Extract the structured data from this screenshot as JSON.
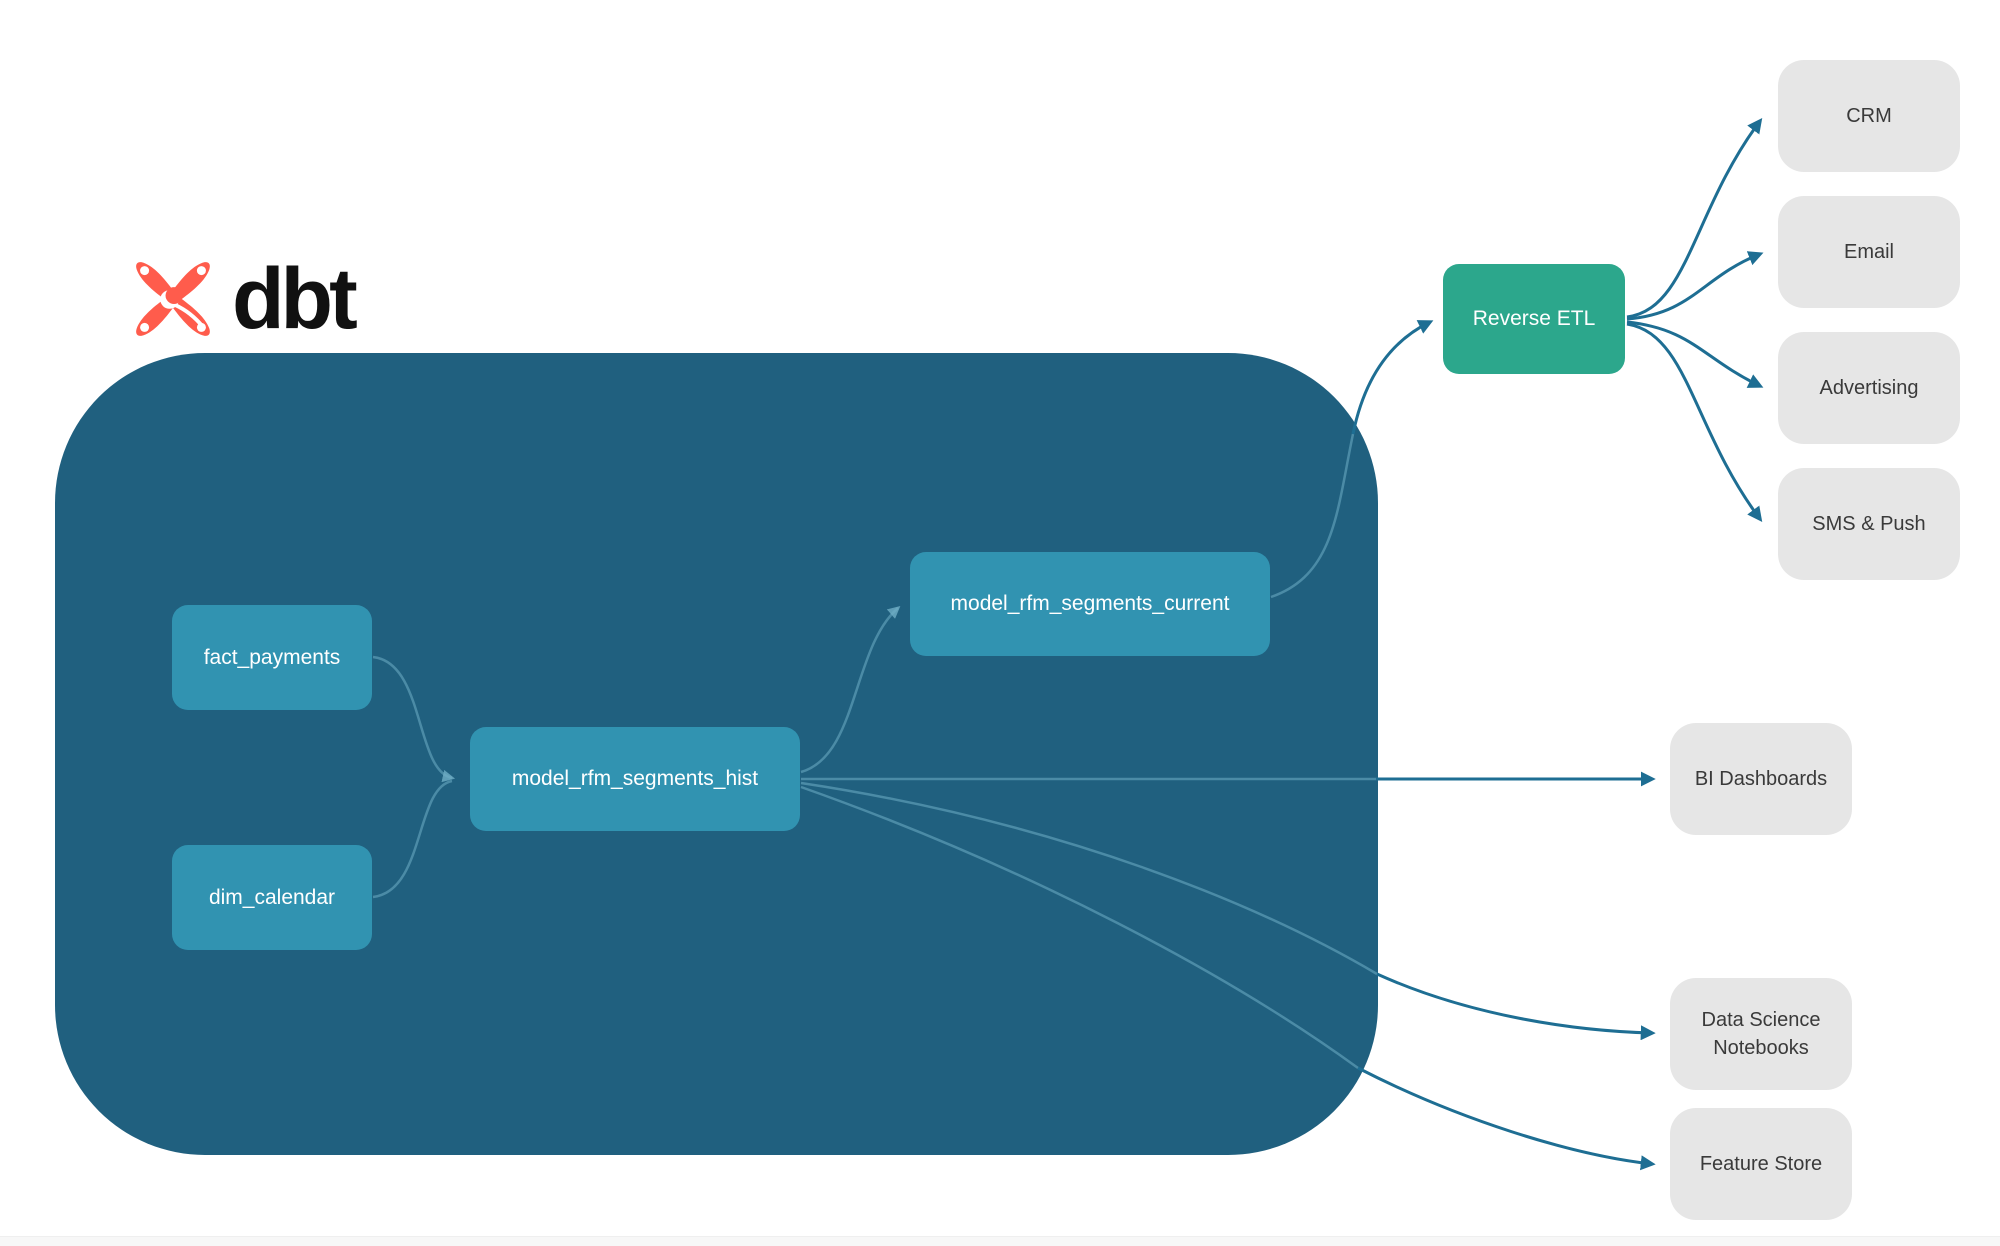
{
  "brand": {
    "name": "dbt"
  },
  "diagram": {
    "warehouse": {
      "fact_payments": "fact_payments",
      "dim_calendar": "dim_calendar",
      "segments_hist": "model_rfm_segments_hist",
      "segments_current": "model_rfm_segments_current"
    },
    "reverse_etl": {
      "label": "Reverse ETL"
    },
    "destinations": {
      "crm": "CRM",
      "email": "Email",
      "advertising": "Advertising",
      "sms_push": "SMS & Push",
      "bi_dashboards": "BI Dashboards",
      "data_science_notebooks": "Data Science Notebooks",
      "feature_store": "Feature Store"
    },
    "edges": [
      {
        "from": "fact_payments",
        "to": "model_rfm_segments_hist"
      },
      {
        "from": "dim_calendar",
        "to": "model_rfm_segments_hist"
      },
      {
        "from": "model_rfm_segments_hist",
        "to": "model_rfm_segments_current"
      },
      {
        "from": "model_rfm_segments_current",
        "to": "Reverse ETL"
      },
      {
        "from": "Reverse ETL",
        "to": "CRM"
      },
      {
        "from": "Reverse ETL",
        "to": "Email"
      },
      {
        "from": "Reverse ETL",
        "to": "Advertising"
      },
      {
        "from": "Reverse ETL",
        "to": "SMS & Push"
      },
      {
        "from": "model_rfm_segments_hist",
        "to": "BI Dashboards"
      },
      {
        "from": "model_rfm_segments_hist",
        "to": "Data Science Notebooks"
      },
      {
        "from": "model_rfm_segments_hist",
        "to": "Feature Store"
      }
    ]
  },
  "colors": {
    "background": "#FFFFFF",
    "warehouse_container": "#20607F",
    "model_node": "#3193B1",
    "reverse_etl_node": "#2CA78C",
    "destination_node": "#E6E6E6",
    "destination_text": "#3A3A3A",
    "edge": "#1E6E93",
    "edge_inside_container": "#6FAEC6",
    "logo_orange": "#FF5C4C",
    "brand_text": "#111111"
  }
}
